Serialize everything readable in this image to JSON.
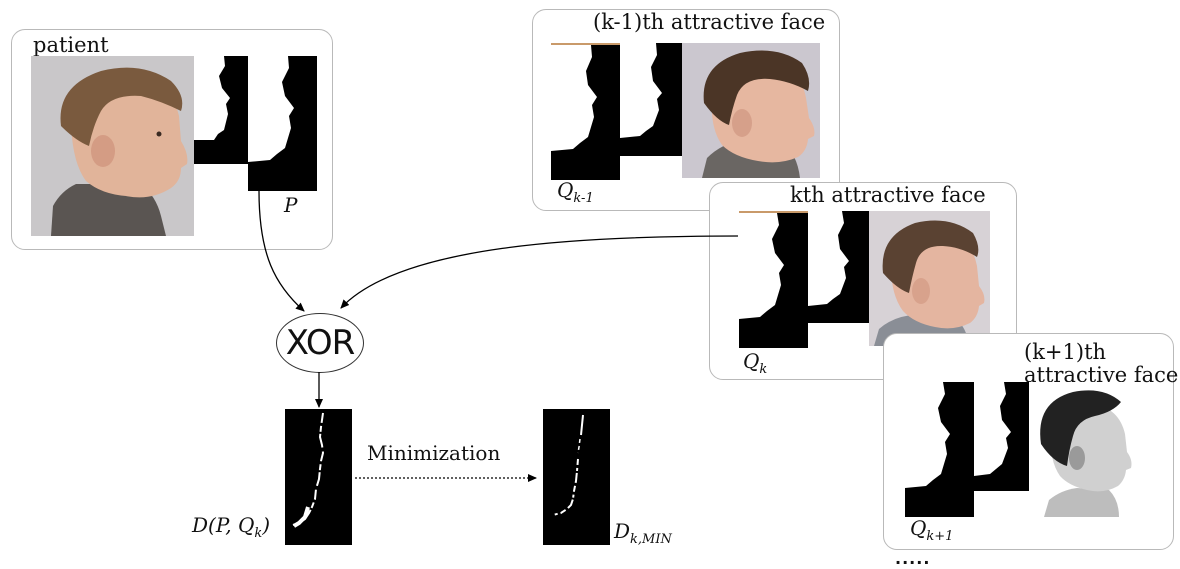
{
  "patient": {
    "label": "patient",
    "profile_label": "P"
  },
  "faces": [
    {
      "title": "(k-1)th attractive face",
      "q_base": "Q",
      "q_sub": "k-1"
    },
    {
      "title": "kth attractive face",
      "q_base": "Q",
      "q_sub": "k"
    },
    {
      "title_line1": "(k+1)th",
      "title_line2": "attractive face",
      "q_base": "Q",
      "q_sub": "k+1"
    }
  ],
  "operation": {
    "label": "XOR"
  },
  "difference": {
    "prefix": "D(P, Q",
    "sub": "k",
    "suffix": ")"
  },
  "minimization": {
    "label": "Minimization"
  },
  "result": {
    "base": "D",
    "sub": "k,MIN"
  },
  "continuation": {
    "text": "....."
  }
}
